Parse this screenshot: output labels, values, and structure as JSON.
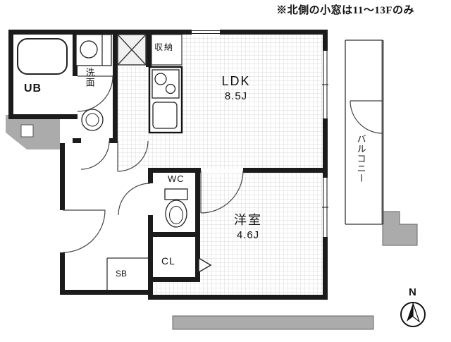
{
  "note": "※北側の小窓は11〜13Fのみ",
  "labels": {
    "ub": "UB",
    "washroom": "洗面",
    "storage": "収納",
    "ldk_name": "LDK",
    "ldk_size": "8.5J",
    "balcony": "バルコニー",
    "wc": "WC",
    "bedroom_name": "洋室",
    "bedroom_size": "4.6J",
    "closet": "CL",
    "shoe_box": "SB",
    "compass_north": "N"
  },
  "colors": {
    "wall": "#1b1b1b",
    "outside": "#ababab",
    "hatch": "#d8d8d8"
  }
}
